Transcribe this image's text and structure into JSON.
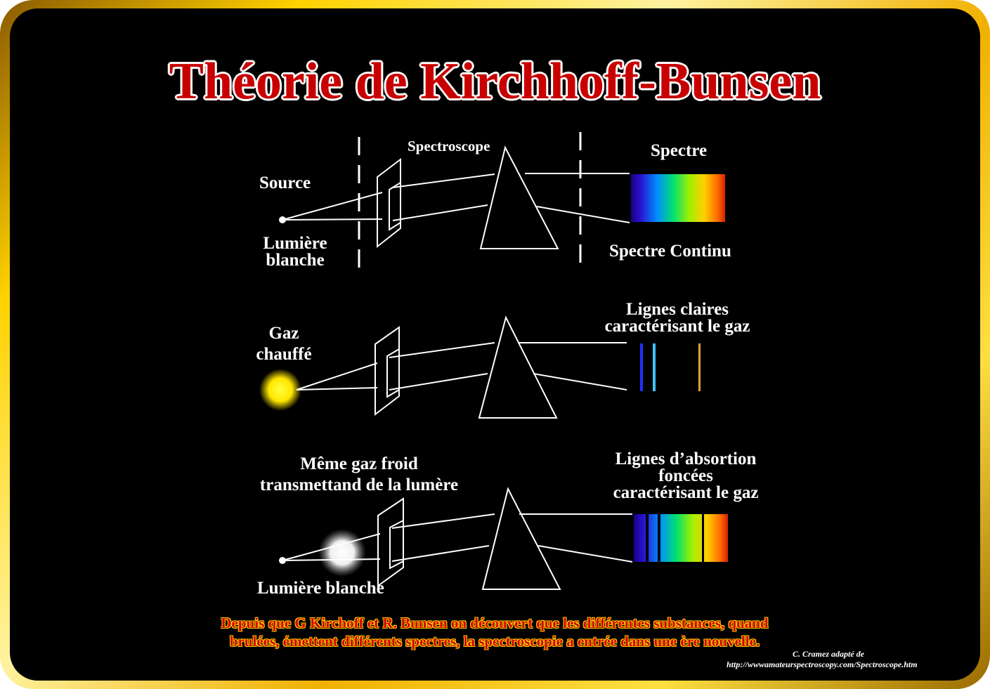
{
  "title": "Théorie de Kirchhoff-Bunsen",
  "row1": {
    "source_label": "Source",
    "source_sublabel_line1": "Lumière",
    "source_sublabel_line2": "blanche",
    "instrument_label": "Spectroscope",
    "spectrum_label": "Spectre",
    "spectrum_caption": "Spectre Continu"
  },
  "row2": {
    "source_line1": "Gaz",
    "source_line2": "chauffé",
    "spectrum_line1": "Lignes claires",
    "spectrum_line2": "caractérisant  le gaz"
  },
  "row3": {
    "source_line1": "Même gaz froid",
    "source_line2": "transmettand de la lumère",
    "light_label": "Lumière blanche",
    "spectrum_line1": "Lignes d’absortion",
    "spectrum_line2": "foncées",
    "spectrum_line3": "caractérisant le gaz"
  },
  "caption_line1": "Depuis que G Kirchoff et R. Bunsen on découvert que les différentes substances, quand",
  "caption_line2": "brulées, émettent différents spectres, la spectroscopie a entrée dans une ère nouvelle.",
  "credit_line1": "C. Cramez adapté de",
  "credit_line2": "http://wwwamateurspectroscopy.com/Spectroscope.htm",
  "colors": {
    "frame": "#ffd200",
    "background": "#000000",
    "title": "#c80000",
    "caption": "#d00000",
    "hot_gas": "#ffe600"
  }
}
